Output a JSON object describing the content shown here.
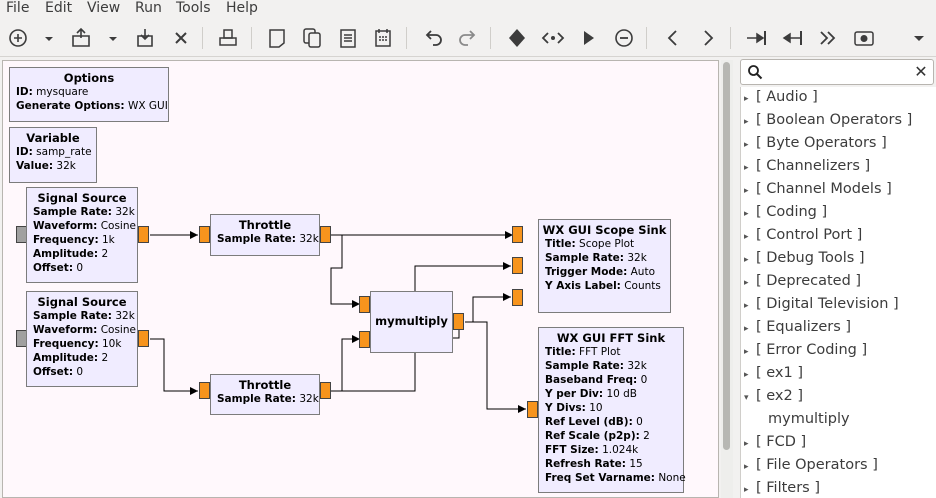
{
  "menubar": {
    "items": [
      "File",
      "Edit",
      "View",
      "Run",
      "Tools",
      "Help"
    ]
  },
  "toolbar": {
    "icons": [
      "new-icon",
      "open-icon",
      "save-icon",
      "close-icon",
      "print-icon",
      "screenshot-icon",
      "copy-icon",
      "paste-icon",
      "document-icon",
      "undo-icon",
      "redo-icon",
      "bypass-icon",
      "enable-icon",
      "run-icon",
      "stop-icon",
      "rotate-left-icon",
      "rotate-right-icon",
      "find-icon",
      "search-in-icon",
      "forward-icon",
      "kill-icon",
      "dropdown-icon"
    ]
  },
  "canvas": {
    "blocks": {
      "options": {
        "title": "Options",
        "params": [
          [
            "ID:",
            "mysquare"
          ],
          [
            "Generate Options:",
            "WX GUI"
          ]
        ]
      },
      "variable": {
        "title": "Variable",
        "params": [
          [
            "ID:",
            "samp_rate"
          ],
          [
            "Value:",
            "32k"
          ]
        ]
      },
      "sig1": {
        "title": "Signal Source",
        "params": [
          [
            "Sample Rate:",
            "32k"
          ],
          [
            "Waveform:",
            "Cosine"
          ],
          [
            "Frequency:",
            "1k"
          ],
          [
            "Amplitude:",
            "2"
          ],
          [
            "Offset:",
            "0"
          ]
        ]
      },
      "sig2": {
        "title": "Signal Source",
        "params": [
          [
            "Sample Rate:",
            "32k"
          ],
          [
            "Waveform:",
            "Cosine"
          ],
          [
            "Frequency:",
            "10k"
          ],
          [
            "Amplitude:",
            "2"
          ],
          [
            "Offset:",
            "0"
          ]
        ]
      },
      "thr1": {
        "title": "Throttle",
        "params": [
          [
            "Sample Rate:",
            "32k"
          ]
        ]
      },
      "thr2": {
        "title": "Throttle",
        "params": [
          [
            "Sample Rate:",
            "32k"
          ]
        ]
      },
      "mult": {
        "title": "mymultiply",
        "params": []
      },
      "scope": {
        "title": "WX GUI Scope Sink",
        "params": [
          [
            "Title:",
            "Scope Plot"
          ],
          [
            "Sample Rate:",
            "32k"
          ],
          [
            "Trigger Mode:",
            "Auto"
          ],
          [
            "Y Axis Label:",
            "Counts"
          ]
        ]
      },
      "fft": {
        "title": "WX GUI FFT Sink",
        "params": [
          [
            "Title:",
            "FFT Plot"
          ],
          [
            "Sample Rate:",
            "32k"
          ],
          [
            "Baseband Freq:",
            "0"
          ],
          [
            "Y per Div:",
            "10 dB"
          ],
          [
            "Y Divs:",
            "10"
          ],
          [
            "Ref Level (dB):",
            "0"
          ],
          [
            "Ref Scale (p2p):",
            "2"
          ],
          [
            "FFT Size:",
            "1.024k"
          ],
          [
            "Refresh Rate:",
            "15"
          ],
          [
            "Freq Set Varname:",
            "None"
          ]
        ]
      }
    }
  },
  "library": {
    "search_placeholder": "",
    "items": [
      {
        "label": "[ Audio ]",
        "expanded": false
      },
      {
        "label": "[ Boolean Operators ]",
        "expanded": false
      },
      {
        "label": "[ Byte Operators ]",
        "expanded": false
      },
      {
        "label": "[ Channelizers ]",
        "expanded": false
      },
      {
        "label": "[ Channel Models ]",
        "expanded": false
      },
      {
        "label": "[ Coding ]",
        "expanded": false
      },
      {
        "label": "[ Control Port ]",
        "expanded": false
      },
      {
        "label": "[ Debug Tools ]",
        "expanded": false
      },
      {
        "label": "[ Deprecated ]",
        "expanded": false
      },
      {
        "label": "[ Digital Television ]",
        "expanded": false
      },
      {
        "label": "[ Equalizers ]",
        "expanded": false
      },
      {
        "label": "[ Error Coding ]",
        "expanded": false
      },
      {
        "label": "[ ex1 ]",
        "expanded": false
      },
      {
        "label": "[ ex2 ]",
        "expanded": true
      },
      {
        "label": "mymultiply",
        "child": true
      },
      {
        "label": "[ FCD ]",
        "expanded": false
      },
      {
        "label": "[ File Operators ]",
        "expanded": false
      },
      {
        "label": "[ Filters ]",
        "expanded": false
      }
    ]
  }
}
